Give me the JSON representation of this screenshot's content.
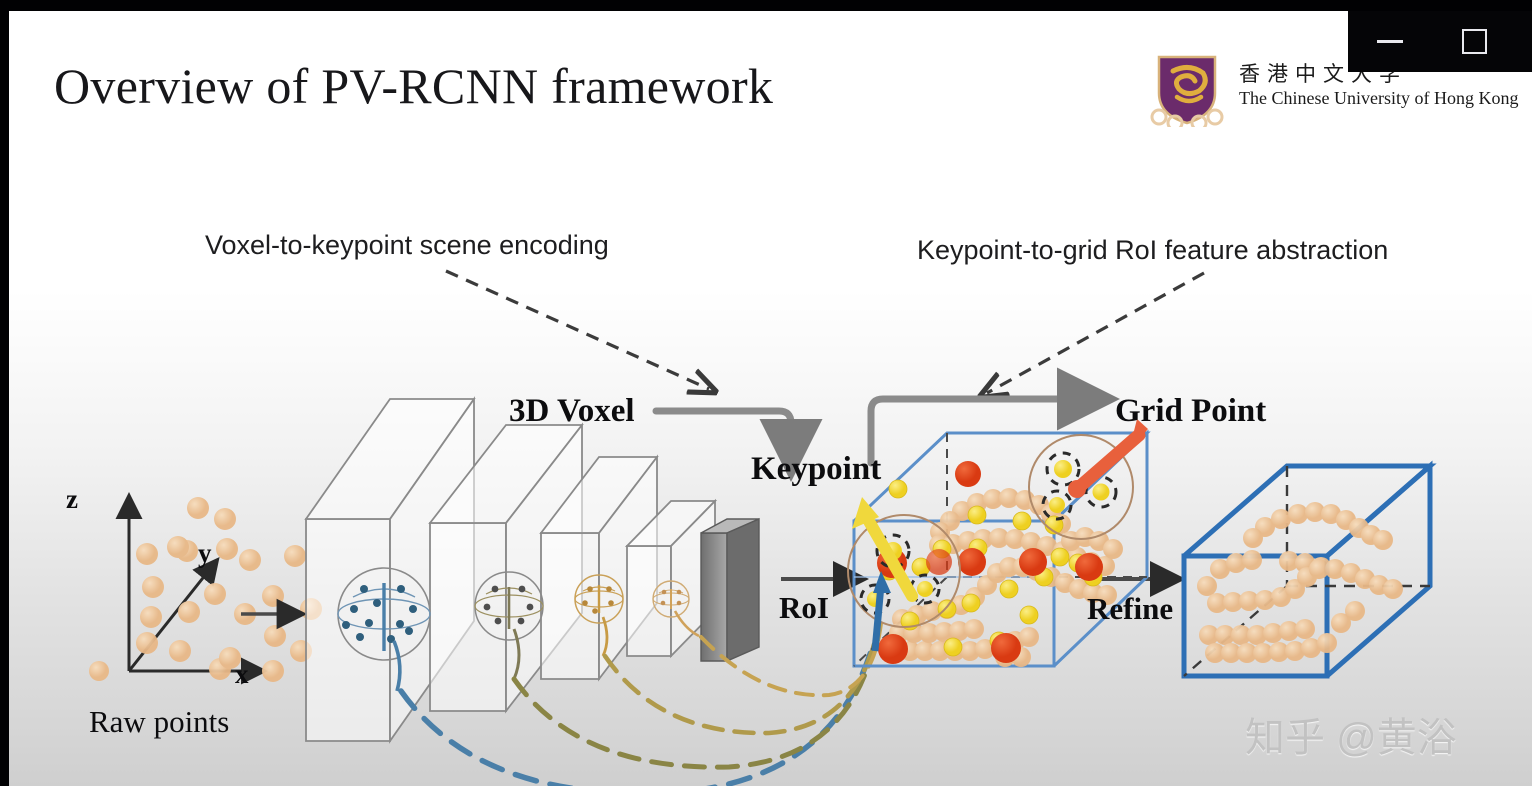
{
  "window": {
    "minimize_label": "Minimize",
    "maximize_label": "Maximize",
    "minimize_icon": "minimize-icon",
    "maximize_icon": "maximize-icon"
  },
  "slide": {
    "title": "Overview of PV-RCNN framework",
    "background_top": "#ffffff",
    "background_bottom": "#cfcfcf"
  },
  "logo": {
    "chinese_name": "香港中文大学",
    "english_name": "The Chinese University of Hong Kong",
    "crest_colors": {
      "shield": "#6b2b6b",
      "gold": "#d8a13a",
      "outline": "#e8c9a0"
    }
  },
  "annotations": {
    "left": "Voxel-to-keypoint scene encoding",
    "right": "Keypoint-to-grid RoI feature abstraction"
  },
  "stages": {
    "voxel": "3D Voxel",
    "keypoint": "Keypoint",
    "grid_point": "Grid Point",
    "roi": "RoI",
    "refine": "Refine",
    "raw_points": "Raw points"
  },
  "axes": {
    "x": "x",
    "y": "y",
    "z": "z"
  },
  "watermark": "知乎 @黄浴",
  "colors": {
    "point_cloud": "#eec294",
    "keypoint_yellow": "#f2d93c",
    "gridpoint_red": "#e0411f",
    "box_blue": "#2d6fb5",
    "inner_box_blue": "#7ea9da",
    "arrow_gray": "#7c7c7c",
    "dashed_blue": "#4a7fa8",
    "dashed_tan": "#c2a24e",
    "orange_arrow": "#e8603c",
    "yellow_arrow": "#f0d83c",
    "slab_gray": "#8e8e8e",
    "slab_outline": "#8a8a8a"
  },
  "diagram": {
    "type": "pipeline",
    "flow": [
      "Raw points",
      "3D Voxel",
      "Keypoint",
      "RoI",
      "Grid Point",
      "Refine"
    ],
    "voxel_slabs": 4,
    "set_abstraction_spheres": 4,
    "final_boxes": 2
  }
}
